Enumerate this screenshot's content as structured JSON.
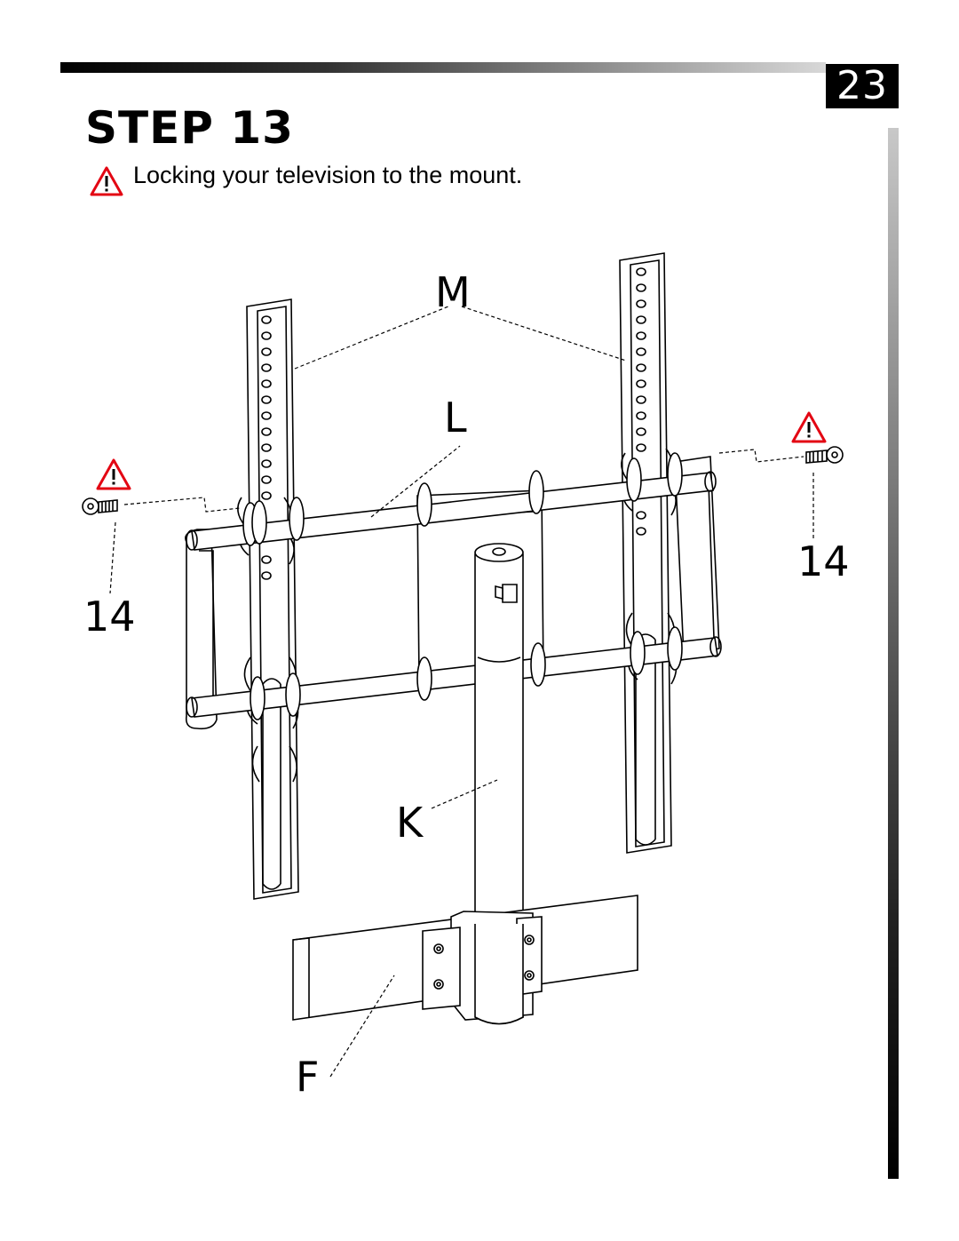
{
  "page": {
    "number": "23",
    "step_title": "STEP 13",
    "subtitle": "Locking your television to the mount."
  },
  "diagram": {
    "labels": {
      "m": "M",
      "l": "L",
      "k": "K",
      "f": "F",
      "screw_left": "14",
      "screw_right": "14"
    },
    "icons": [
      "warning-icon",
      "screw-icon"
    ],
    "colors": {
      "warning": "#e30613",
      "line": "#000000"
    }
  }
}
